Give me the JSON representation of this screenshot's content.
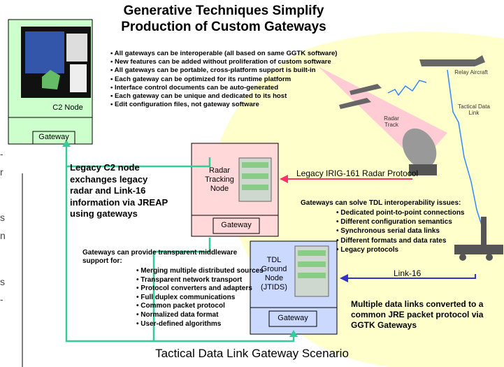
{
  "title": {
    "line1": "Generative Techniques Simplify",
    "line2": "Production of Custom Gateways"
  },
  "bullets": [
    "All gateways can be interoperable (all based on same GGTK software)",
    "New features can be added without proliferation of custom software",
    "All gateways can be portable, cross-platform support is built-in",
    "Each gateway can be optimized for its runtime platform",
    "Interface control documents can be auto-generated",
    "Each gateway can be unique and dedicated to its host",
    "Edit configuration files, not gateway software"
  ],
  "nodes": {
    "c2": {
      "label": "C2 Node",
      "gateway": "Gateway"
    },
    "radar": {
      "label_l1": "Radar",
      "label_l2": "Tracking",
      "label_l3": "Node",
      "gateway": "Gateway"
    },
    "tdl": {
      "label_l1": "TDL",
      "label_l2": "Ground",
      "label_l3": "Node",
      "label_l4": "(JTIDS)",
      "gateway": "Gateway"
    }
  },
  "legacy_note": {
    "l1": "Legacy C2 node",
    "l2": "exchanges legacy",
    "l3": "radar and Link-16",
    "l4": "information via JREAP",
    "l5": "using gateways"
  },
  "middleware": {
    "intro_l1": "Gateways can provide transparent middleware",
    "intro_l2": "support for:",
    "items": [
      "Merging multiple distributed sources",
      "Transparent network transport",
      "Protocol converters and adapters",
      "Full duplex communications",
      "Common packet protocol",
      "Normalized data format",
      "User-defined algorithms"
    ]
  },
  "interop": {
    "intro": "Gateways can solve TDL interoperability issues:",
    "items": [
      "Dedicated point-to-point connections",
      "Different configuration semantics",
      "Synchronous serial data links",
      "Different formats and data rates",
      "Legacy protocols"
    ]
  },
  "links": {
    "radar_protocol": "Legacy IRIG-161 Radar Protocol",
    "link16": "Link-16"
  },
  "labels": {
    "radar_track": "Radar Track",
    "relay": "Relay Aircraft",
    "tactical": "Tactical Data Link"
  },
  "multi_note": {
    "l1": "Multiple data links converted to a",
    "l2": "common JRE packet protocol via",
    "l3": "GGTK Gateways"
  },
  "caption": "Tactical Data Link Gateway Scenario",
  "side_fragments": [
    "-",
    "r",
    "s",
    "n",
    "s",
    "-"
  ],
  "colors": {
    "yellow_bg": "#ffffcc",
    "pink_beam": "#ffccd6",
    "node_teal": "#ccffcc",
    "radar_pink": "#ffd9d9",
    "tdl_blue": "#ccd9ff",
    "arrow_green": "#33cc99",
    "arrow_red": "#ff3366",
    "arrow_blue": "#3333cc"
  }
}
